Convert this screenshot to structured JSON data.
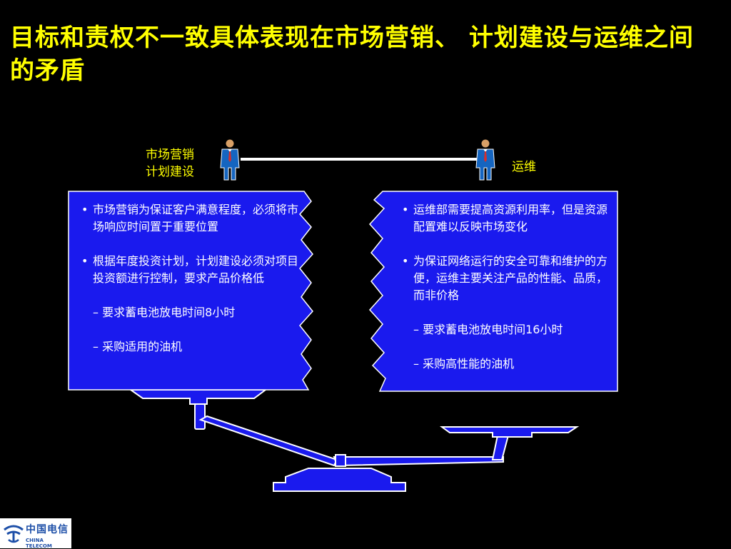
{
  "title": "目标和责权不一致具体表现在市场营销、 计划建设与运维之间的矛盾",
  "left_role": {
    "line1": "市场营销",
    "line2": "计划建设"
  },
  "right_role": {
    "label": "运维"
  },
  "left_box": {
    "bullets": [
      "市场营销为保证客户满意程度，必须将市场响应时间置于重要位置",
      "根据年度投资计划，计划建设必须对项目投资额进行控制，要求产品价格低"
    ],
    "subs": [
      "– 要求蓄电池放电时间8小时",
      "– 采购适用的油机"
    ]
  },
  "right_box": {
    "bullets": [
      "运维部需要提高资源利用率，但是资源配置难以反映市场变化",
      "为保证网络运行的安全可靠和维护的方便，运维主要关注产品的性能、品质，而非价格"
    ],
    "subs": [
      "– 要求蓄电池放电时间16小时",
      "– 采购高性能的油机"
    ]
  },
  "logo": {
    "cn": "中国电信",
    "en": "CHINA TELECOM"
  },
  "colors": {
    "background": "#000000",
    "title": "#ffff00",
    "box_fill": "#1a1aee",
    "outline": "#ffffff",
    "person_suit": "#1565c0",
    "tie": "#d32f2f",
    "logo_blue": "#1d4fa8"
  },
  "bullet_char": "•"
}
